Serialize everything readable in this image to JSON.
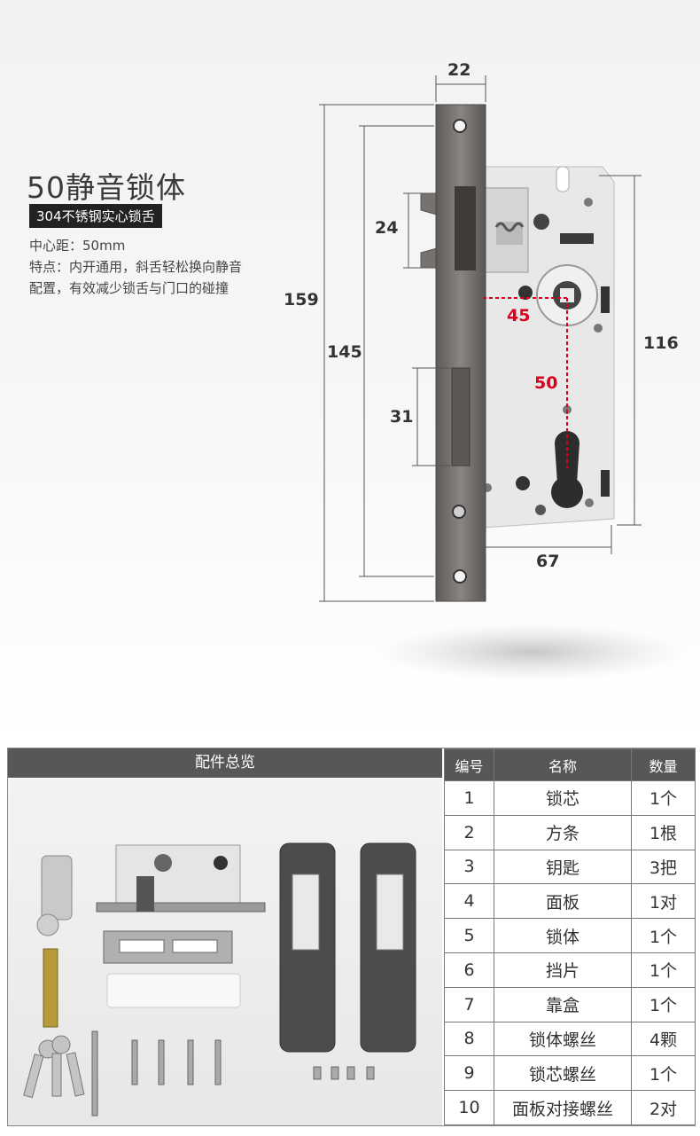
{
  "product": {
    "title": "50静音锁体",
    "badge": "304不锈钢实心锁舌",
    "center_distance": "中心距：50mm",
    "features_line1": "特点：内开通用，斜舌轻松换向静音",
    "features_line2": "配置，有效减少锁舌与门口的碰撞"
  },
  "dimensions": {
    "d22": "22",
    "d24": "24",
    "d159": "159",
    "d145": "145",
    "d31": "31",
    "d45": "45",
    "d50": "50",
    "d116": "116",
    "d67": "67"
  },
  "accessories": {
    "header": "配件总览",
    "columns": [
      "编号",
      "名称",
      "数量"
    ],
    "rows": [
      [
        "1",
        "锁芯",
        "1个"
      ],
      [
        "2",
        "方条",
        "1根"
      ],
      [
        "3",
        "钥匙",
        "3把"
      ],
      [
        "4",
        "面板",
        "1对"
      ],
      [
        "5",
        "锁体",
        "1个"
      ],
      [
        "6",
        "挡片",
        "1个"
      ],
      [
        "7",
        "靠盒",
        "1个"
      ],
      [
        "8",
        "锁体螺丝",
        "4颗"
      ],
      [
        "9",
        "锁芯螺丝",
        "1个"
      ],
      [
        "10",
        "面板对接螺丝",
        "2对"
      ]
    ]
  },
  "colors": {
    "accent_red": "#d8001c",
    "header_gray": "#575757",
    "faceplate": "#6e6a66",
    "lock_body": "#e6e6e6"
  }
}
